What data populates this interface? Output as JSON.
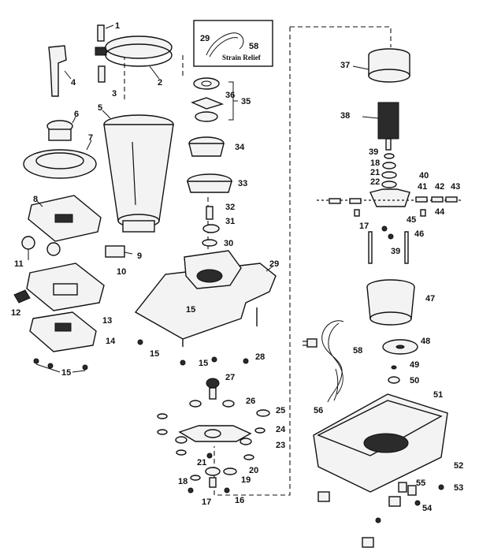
{
  "inset": {
    "caption": "Strain Relief"
  },
  "labels": {
    "l1": "1",
    "l2": "2",
    "l3": "3",
    "l4": "4",
    "l5": "5",
    "l6": "6",
    "l7": "7",
    "l8": "8",
    "l9": "9",
    "l10": "10",
    "l11": "11",
    "l12": "12",
    "l13": "13",
    "l14": "14",
    "l15a": "15",
    "l15b": "15",
    "l15c": "15",
    "l15d": "15",
    "l16": "16",
    "l17a": "17",
    "l17b": "17",
    "l18a": "18",
    "l18b": "18",
    "l19": "19",
    "l20": "20",
    "l21a": "21",
    "l21b": "21",
    "l22": "22",
    "l23": "23",
    "l24": "24",
    "l25": "25",
    "l26": "26",
    "l27": "27",
    "l28": "28",
    "l29a": "29",
    "l29b": "29",
    "l30": "30",
    "l31": "31",
    "l32": "32",
    "l33": "33",
    "l34": "34",
    "l35": "35",
    "l36": "36",
    "l37": "37",
    "l38": "38",
    "l39a": "39",
    "l39b": "39",
    "l40": "40",
    "l41": "41",
    "l42": "42",
    "l43": "43",
    "l44": "44",
    "l45": "45",
    "l46": "46",
    "l47": "47",
    "l48": "48",
    "l49": "49",
    "l50": "50",
    "l51": "51",
    "l52": "52",
    "l53": "53",
    "l54": "54",
    "l55": "55",
    "l56": "56",
    "l58a": "58",
    "l58b": "58"
  }
}
